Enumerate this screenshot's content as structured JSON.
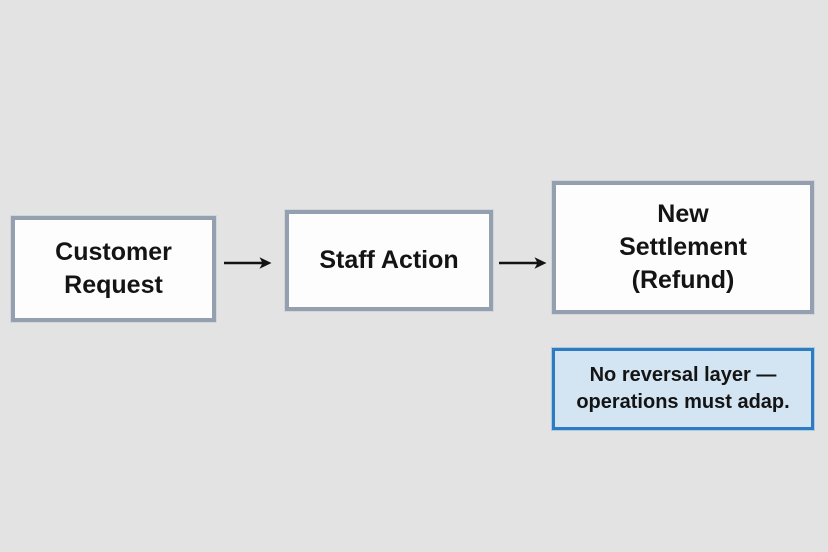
{
  "colors": {
    "background": "#e3e3e3",
    "node_fill": "#fdfdfd",
    "node_border": "#94a0af",
    "note_fill": "#d3e4f2",
    "note_border": "#2d7cc1",
    "text": "#141414",
    "arrow": "#131313"
  },
  "diagram": {
    "type": "flowchart",
    "direction": "left-to-right",
    "nodes": [
      {
        "id": "customer-request",
        "lines": [
          "Customer",
          "Request"
        ]
      },
      {
        "id": "staff-action",
        "lines": [
          "Staff Action"
        ]
      },
      {
        "id": "new-settlement-refund",
        "lines": [
          "New",
          "Settlement",
          "(Refund)"
        ]
      }
    ],
    "edges": [
      {
        "from": "customer-request",
        "to": "staff-action"
      },
      {
        "from": "staff-action",
        "to": "new-settlement-refund"
      }
    ],
    "note": {
      "attached_to": "new-settlement-refund",
      "lines": [
        "No reversal layer —",
        "operations must adap."
      ]
    }
  }
}
